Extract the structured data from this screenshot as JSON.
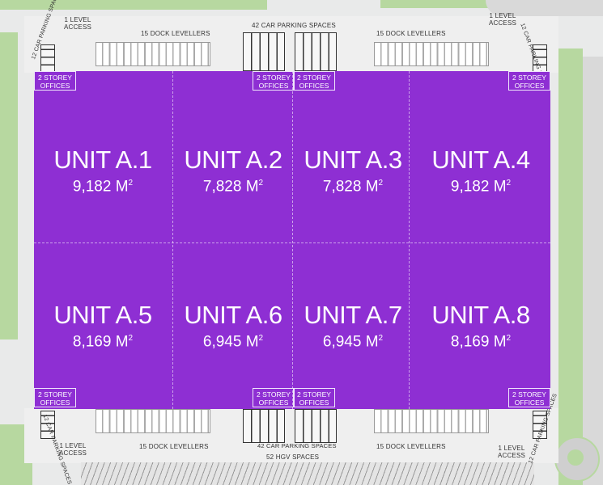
{
  "units": [
    {
      "name": "UNIT A.1",
      "area": "9,182",
      "unit": "M",
      "power": "2"
    },
    {
      "name": "UNIT A.2",
      "area": "7,828",
      "unit": "M",
      "power": "2"
    },
    {
      "name": "UNIT A.3",
      "area": "7,828",
      "unit": "M",
      "power": "2"
    },
    {
      "name": "UNIT A.4",
      "area": "9,182",
      "unit": "M",
      "power": "2"
    },
    {
      "name": "UNIT A.5",
      "area": "8,169",
      "unit": "M",
      "power": "2"
    },
    {
      "name": "UNIT A.6",
      "area": "6,945",
      "unit": "M",
      "power": "2"
    },
    {
      "name": "UNIT A.7",
      "area": "6,945",
      "unit": "M",
      "power": "2"
    },
    {
      "name": "UNIT A.8",
      "area": "8,169",
      "unit": "M",
      "power": "2"
    }
  ],
  "labels": {
    "office_line1": "2 STOREY",
    "office_line2": "OFFICES",
    "level_access_line1": "1 LEVEL",
    "level_access_line2": "ACCESS",
    "dock_levellers": "15 DOCK LEVELLERS",
    "car_parking_42": "42 CAR PARKING SPACES",
    "car_parking_12": "12 CAR PARKING SPACES",
    "hgv_spaces": "52 HGV SPACES"
  },
  "colors": {
    "building": "#8e2fd3",
    "grass": "#b7d8a0",
    "yard": "#efefef"
  }
}
